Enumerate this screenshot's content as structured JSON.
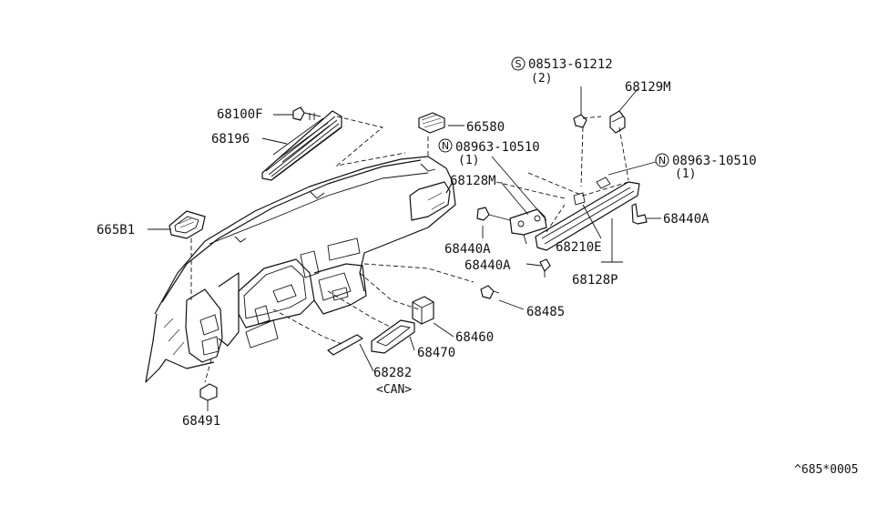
{
  "parts": {
    "p66580": "66580",
    "p68100F": "68100F",
    "p68196": "68196",
    "p665B1": "665B1",
    "p68128M": "68128M",
    "p68440A_1": "68440A",
    "p68440A_2": "68440A",
    "p68440A_3": "68440A",
    "p68210E": "68210E",
    "p68128P": "68128P",
    "p68129M": "68129M",
    "p68485": "68485",
    "p68460": "68460",
    "p68470": "68470",
    "p68282": "68282",
    "p68282_note": "<CAN>",
    "p68491": "68491"
  },
  "callouts": {
    "screw_symbol": "S",
    "screw_part": "08513-61212",
    "screw_qty": "(2)",
    "nut_symbol_1": "N",
    "nut_part_1": "08963-10510",
    "nut_qty_1": "(1)",
    "nut_symbol_2": "N",
    "nut_part_2": "08963-10510",
    "nut_qty_2": "(1)"
  },
  "ref_code": "^685*0005"
}
